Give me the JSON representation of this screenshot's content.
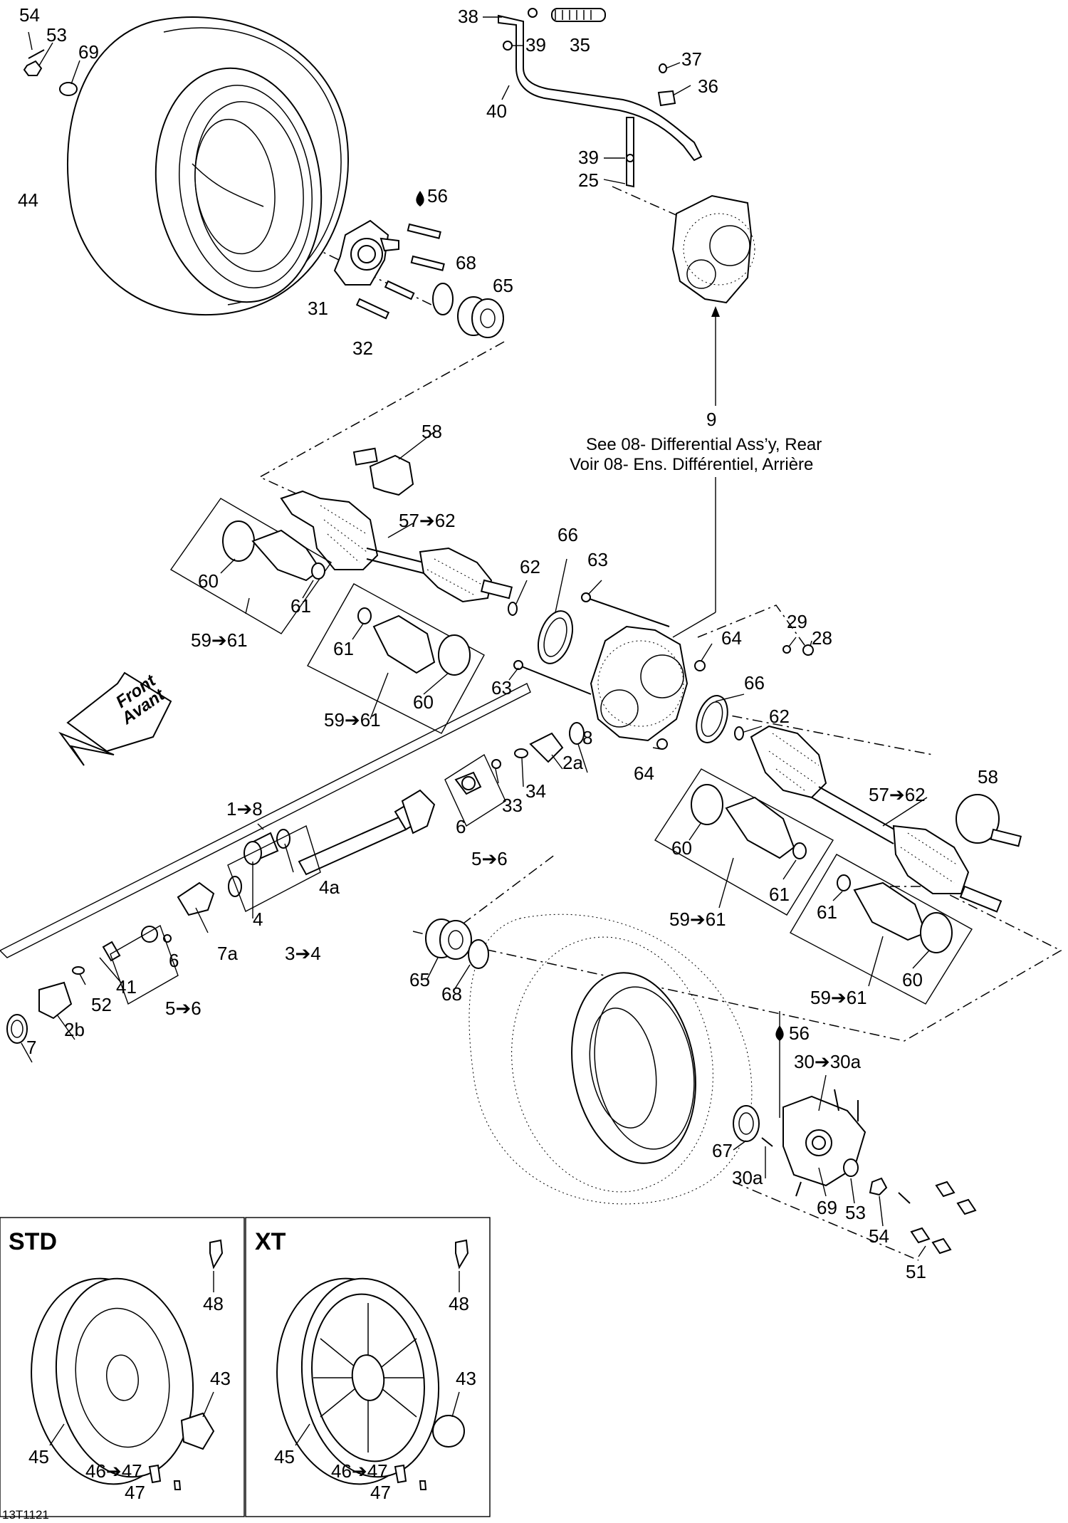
{
  "reference_note": {
    "number": "9",
    "line_en": "See 08- Differential Ass’y, Rear",
    "line_fr": "Voir 08- Ens. Différentiel, Arrière"
  },
  "direction_arrow": {
    "line1": "Front",
    "line2": "Avant"
  },
  "panels": {
    "std": {
      "title": "STD"
    },
    "xt": {
      "title": "XT"
    }
  },
  "drawing_code": "13T1121",
  "icons": {
    "lubricant": "oil-drop-icon",
    "arrow": "➔"
  },
  "callouts": {
    "c54a": "54",
    "c53a": "53",
    "c69a": "69",
    "c44": "44",
    "c38": "38",
    "c39a": "39",
    "c35": "35",
    "c37": "37",
    "c36": "36",
    "c40": "40",
    "c39b": "39",
    "c25": "25",
    "c56a": "56",
    "c68a": "68",
    "c65a": "65",
    "c31": "31",
    "c32": "32",
    "c9": "9",
    "c58a": "58",
    "c57a": "57➔62",
    "c60a": "60",
    "c61a": "61",
    "c59a": "59➔61",
    "c61b": "61",
    "c60b": "60",
    "c59b": "59➔61",
    "c66a": "66",
    "c62a": "62",
    "c63a": "63",
    "c64a": "64",
    "c29": "29",
    "c28": "28",
    "c63b": "63",
    "c66b": "66",
    "c62b": "62",
    "c64b": "64",
    "c8": "8",
    "c2a": "2a",
    "c34": "34",
    "c33": "33",
    "c1": "1➔8",
    "c6a": "6",
    "c5a": "5➔6",
    "c4a": "4a",
    "c4": "4",
    "c3": "3➔4",
    "c7a": "7a",
    "c6b": "6",
    "c41": "41",
    "c52": "52",
    "c5b": "5➔6",
    "c2b": "2b",
    "c7": "7",
    "c58b": "58",
    "c57b": "57➔62",
    "c60c": "60",
    "c61c": "61",
    "c59c": "59➔61",
    "c61d": "61",
    "c60d": "60",
    "c59d": "59➔61",
    "c65b": "65",
    "c68b": "68",
    "c56b": "56",
    "c30": "30➔30a",
    "c67": "67",
    "c30a": "30a",
    "c69b": "69",
    "c53b": "53",
    "c54b": "54",
    "c51": "51",
    "c48a": "48",
    "c43a": "43",
    "c45a": "45",
    "c46a": "46➔47",
    "c47a": "47",
    "c48b": "48",
    "c43b": "43",
    "c45b": "45",
    "c46b": "46➔47",
    "c47b": "47"
  }
}
